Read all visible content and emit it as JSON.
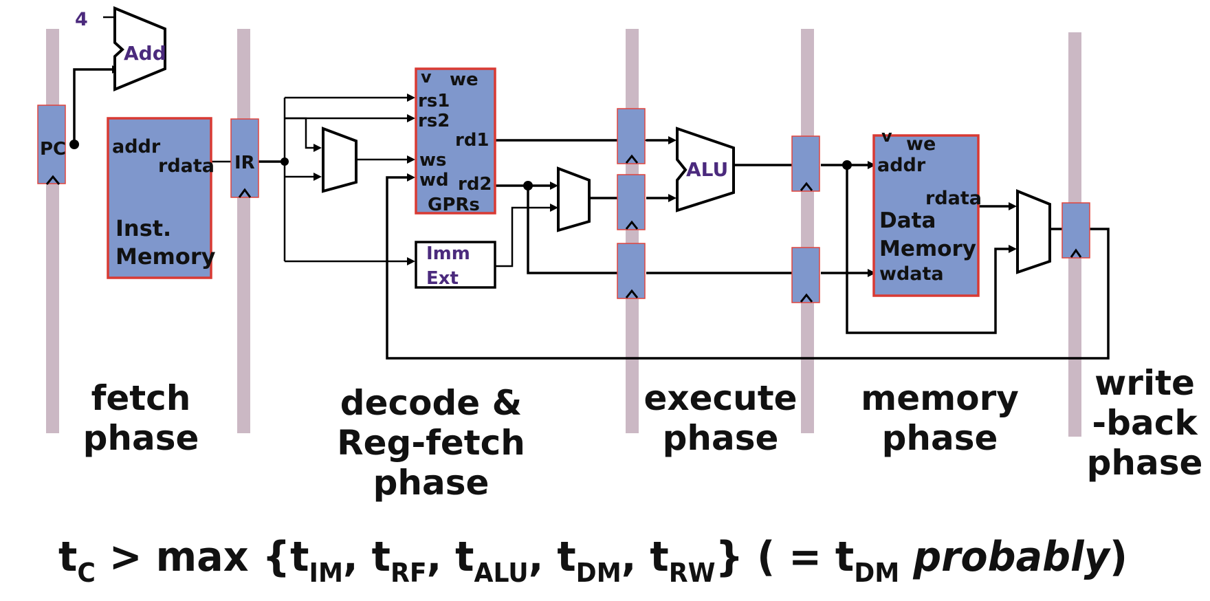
{
  "labels": {
    "four": "4",
    "add": "Add",
    "pc": "PC",
    "ir": "IR",
    "alu": "ALU",
    "inst_memory": {
      "addr": "addr",
      "rdata": "rdata",
      "name_line1": "Inst.",
      "name_line2": "Memory"
    },
    "gprs": {
      "we_caret": "v",
      "we": "we",
      "rs1": "rs1",
      "rs2": "rs2",
      "rd1": "rd1",
      "ws": "ws",
      "wd": "wd",
      "rd2": "rd2",
      "name": "GPRs"
    },
    "imm_ext": {
      "line1": "Imm",
      "line2": "Ext"
    },
    "data_memory": {
      "we_caret": "v",
      "we": "we",
      "addr": "addr",
      "rdata": "rdata",
      "name_line1": "Data",
      "name_line2": "Memory",
      "wdata": "wdata"
    }
  },
  "phases": {
    "fetch": [
      "fetch",
      "phase"
    ],
    "decode": [
      "decode &",
      "Reg-fetch",
      "phase"
    ],
    "execute": [
      "execute",
      "phase"
    ],
    "memory": [
      "memory",
      "phase"
    ],
    "writeback": [
      "write",
      "-back",
      "phase"
    ]
  },
  "formula": {
    "t1": "t",
    "s1": "C",
    "t2": " > max {t",
    "s2": "IM",
    "t3": ", t",
    "s3": "RF",
    "t4": ", t",
    "s4": "ALU",
    "t5": ", t",
    "s5": "DM",
    "t6": ", t",
    "s6": "RW",
    "t7": "} ( = t",
    "s7": "DM",
    "t8": " ",
    "italic": "probably",
    "t9": ")"
  },
  "colors": {
    "pipeline_register": "#7f97cc",
    "block_border": "#d93a33",
    "stage_bar": "#cbb8c4",
    "purple_text": "#4b2a7d"
  }
}
